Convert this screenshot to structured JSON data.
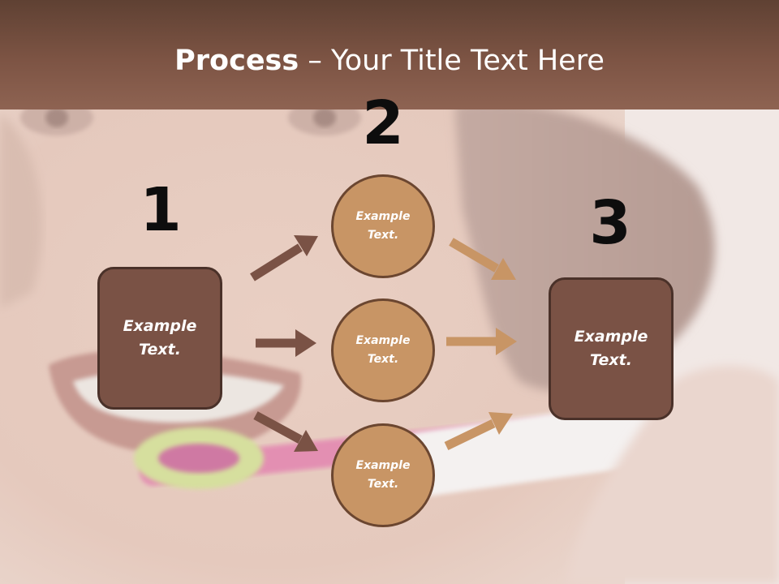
{
  "title": {
    "bold": "Process",
    "rest": " – Your Title Text Here"
  },
  "steps": [
    {
      "number": "1",
      "text": "Example Text."
    },
    {
      "number": "2",
      "items": [
        {
          "text": "Example Text."
        },
        {
          "text": "Example Text."
        },
        {
          "text": "Example Text."
        }
      ]
    },
    {
      "number": "3",
      "text": "Example Text."
    }
  ],
  "colors": {
    "header": "#7d5444",
    "box_fill": "#7a5245",
    "circle_fill": "#c89565",
    "arrow_dark": "#7a5245",
    "arrow_light": "#c89565",
    "number": "#0d0d0d"
  },
  "background_image": "smiling woman brushing teeth with pink toothbrush"
}
